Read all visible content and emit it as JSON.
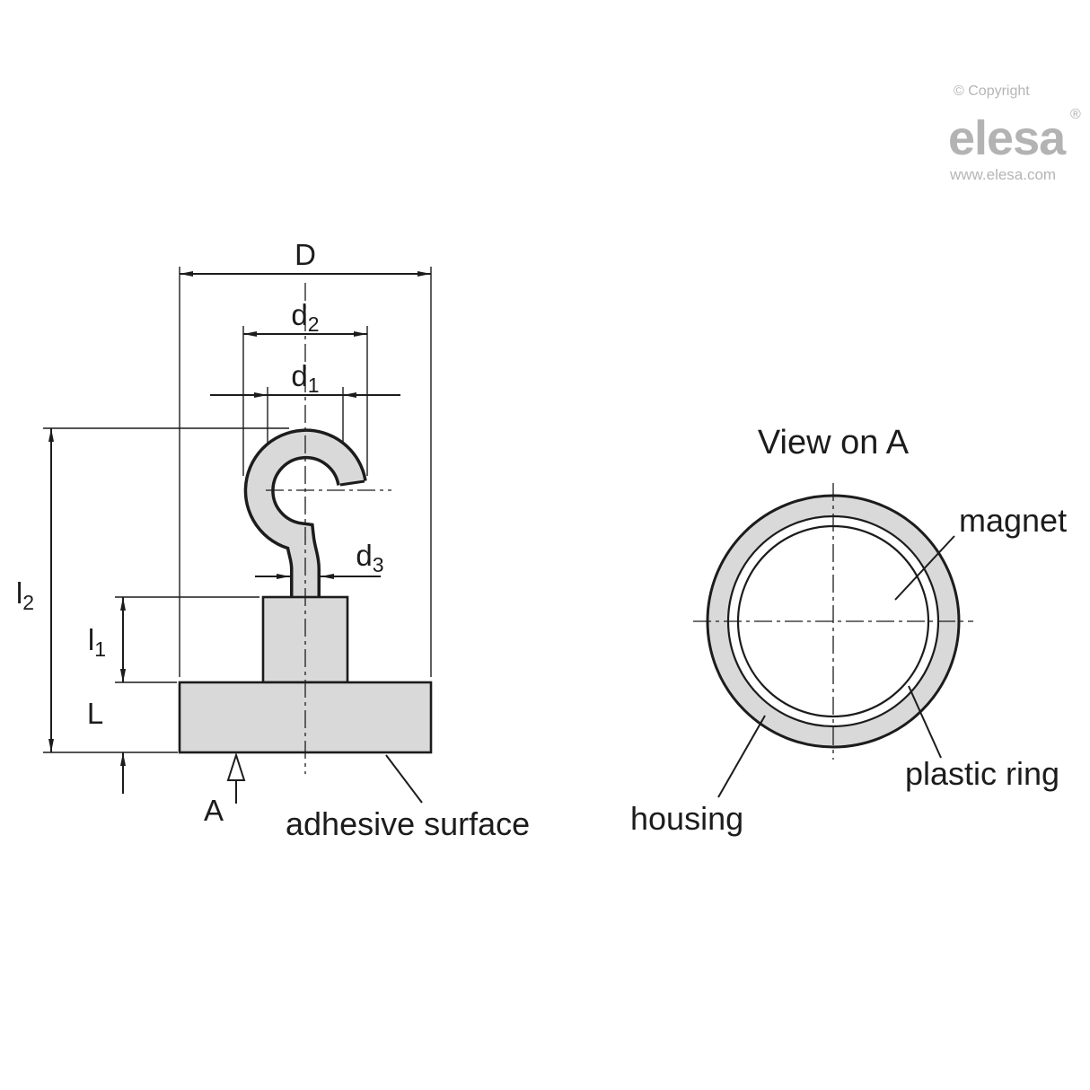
{
  "branding": {
    "copyright": "© Copyright",
    "logo": "elesa",
    "registered": "®",
    "website": "www.elesa.com"
  },
  "section_view": {
    "dims": {
      "D": "D",
      "d2_main": "d",
      "d2_sub": "2",
      "d1_main": "d",
      "d1_sub": "1",
      "d3_main": "d",
      "d3_sub": "3",
      "l2_main": "l",
      "l2_sub": "2",
      "l1_main": "l",
      "l1_sub": "1",
      "L": "L"
    },
    "view_arrow_label": "A",
    "adhesive_label": "adhesive surface"
  },
  "front_view": {
    "title": "View on A",
    "labels": {
      "magnet": "magnet",
      "plastic_ring": "plastic ring",
      "housing": "housing"
    }
  },
  "colors": {
    "part_fill": "#d9d9d9",
    "line": "#1c1c1c",
    "logo_gray": "#b3b3b3"
  }
}
